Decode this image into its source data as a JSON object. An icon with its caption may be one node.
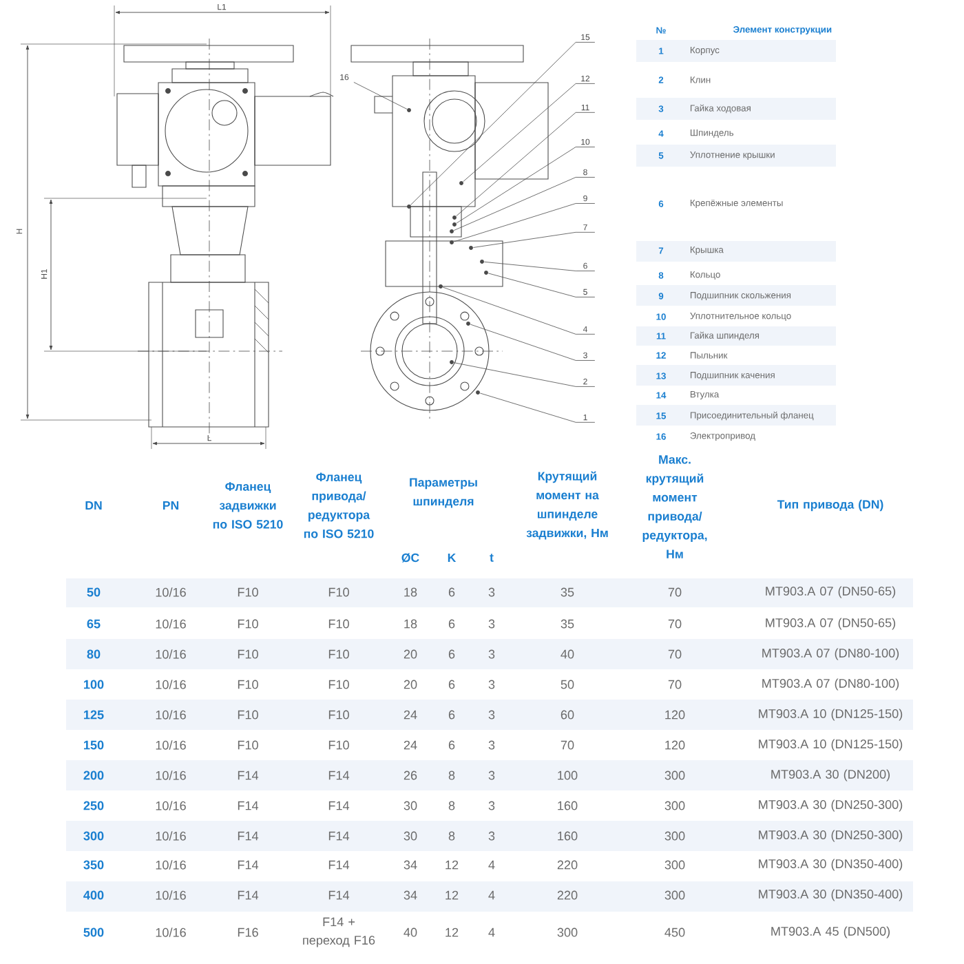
{
  "diagram": {
    "nodes": [
      {
        "text": [
          "15"
        ]
      },
      {
        "text": [
          "16"
        ]
      },
      {
        "text": [
          "12"
        ]
      },
      {
        "text": [
          "11"
        ]
      },
      {
        "text": [
          "10"
        ]
      },
      {
        "text": [
          "8"
        ]
      },
      {
        "text": [
          "9"
        ]
      },
      {
        "text": [
          "7"
        ]
      },
      {
        "text": [
          "6"
        ]
      },
      {
        "text": [
          "5"
        ]
      },
      {
        "text": [
          "4"
        ]
      },
      {
        "text": [
          "3"
        ]
      },
      {
        "text": [
          "2"
        ]
      },
      {
        "text": [
          "1"
        ]
      },
      {
        "text": [],
        "shape": "dot"
      },
      {
        "text": [],
        "shape": "dot"
      },
      {
        "text": [],
        "shape": "dot"
      },
      {
        "text": [],
        "shape": "dot"
      },
      {
        "text": [],
        "shape": "dot"
      },
      {
        "text": [],
        "shape": "dot"
      },
      {
        "text": [],
        "shape": "dot"
      },
      {
        "text": [],
        "shape": "dot"
      },
      {
        "text": [],
        "shape": "dot"
      },
      {
        "text": [],
        "shape": "dot"
      },
      {
        "text": [],
        "shape": "dot"
      },
      {
        "text": [],
        "shape": "dot"
      },
      {
        "text": [],
        "shape": "dot"
      },
      {
        "text": [],
        "shape": "dot"
      }
    ],
    "edges": [
      {
        "from": 0,
        "to": 14,
        "arrow": "none"
      },
      {
        "from": 1,
        "to": 15,
        "arrow": "none"
      },
      {
        "from": 2,
        "to": 16,
        "arrow": "none"
      },
      {
        "from": 3,
        "to": 17,
        "arrow": "none"
      },
      {
        "from": 4,
        "to": 18,
        "arrow": "none"
      },
      {
        "from": 5,
        "to": 19,
        "arrow": "none"
      },
      {
        "from": 6,
        "to": 20,
        "arrow": "none"
      },
      {
        "from": 7,
        "to": 21,
        "arrow": "none"
      },
      {
        "from": 8,
        "to": 22,
        "arrow": "none"
      },
      {
        "from": 9,
        "to": 23,
        "arrow": "none"
      },
      {
        "from": 10,
        "to": 24,
        "arrow": "none"
      },
      {
        "from": 11,
        "to": 25,
        "arrow": "none"
      },
      {
        "from": 12,
        "to": 26,
        "arrow": "none"
      },
      {
        "from": 13,
        "to": 27,
        "arrow": "none"
      }
    ],
    "labels": [
      "L1",
      "H",
      "H1",
      "L",
      "№",
      "Элемент конструкции",
      "1",
      "Корпус",
      "2",
      "Клин",
      "3",
      "Гайка ходовая",
      "4",
      "Шпиндель",
      "5",
      "Уплотнение крышки",
      "6",
      "Крепёжные элементы",
      "7",
      "Крышка",
      "8",
      "Кольцо",
      "9",
      "Подшипник скольжения",
      "10",
      "Уплотнительное кольцо",
      "11",
      "Гайка шпинделя",
      "12",
      "Пыльник",
      "13",
      "Подшипник качения",
      "14",
      "Втулка",
      "15",
      "Присоединительный фланец",
      "16",
      "Электропривод",
      "DN",
      "PN",
      "Фланец задвижки по ISO 5210",
      "Фланец привода/ редуктора по ISO 5210",
      "Параметры шпинделя",
      "Крутящий момент на шпинделе задвижки, Нм",
      "Макс. крутящий момент привода/ редуктора, Нм",
      "Тип привода (DN)",
      "ØС",
      "K",
      "t",
      "50",
      "10/16",
      "F10",
      "F10",
      "18",
      "6",
      "3",
      "35",
      "70",
      "MT903.A 07 (DN50-65)",
      "65",
      "10/16",
      "F10",
      "F10",
      "18",
      "6",
      "3",
      "35",
      "70",
      "MT903.A 07 (DN50-65)",
      "80",
      "10/16",
      "F10",
      "F10",
      "20",
      "6",
      "3",
      "40",
      "70",
      "MT903.A 07 (DN80-100)",
      "100",
      "10/16",
      "F10",
      "F10",
      "20",
      "6",
      "3",
      "50",
      "70",
      "MT903.A 07 (DN80-100)",
      "125",
      "10/16",
      "F10",
      "F10",
      "24",
      "6",
      "3",
      "60",
      "120",
      "MT903.A 10 (DN125-150)",
      "150",
      "10/16",
      "F10",
      "F10",
      "24",
      "6",
      "3",
      "70",
      "120",
      "MT903.A 10 (DN125-150)",
      "200",
      "10/16",
      "F14",
      "F14",
      "26",
      "8",
      "3",
      "100",
      "300",
      "MT903.A 30 (DN200)",
      "250",
      "10/16",
      "F14",
      "F14",
      "30",
      "8",
      "3",
      "160",
      "300",
      "MT903.A 30 (DN250-300)",
      "300",
      "10/16",
      "F14",
      "F14",
      "30",
      "8",
      "3",
      "160",
      "300",
      "MT903.A 30 (DN250-300)",
      "350",
      "10/16",
      "F14",
      "F14",
      "34",
      "12",
      "4",
      "220",
      "300",
      "MT903.A 30 (DN350-400)",
      "400",
      "10/16",
      "F14",
      "F14",
      "34",
      "12",
      "4",
      "220",
      "300",
      "MT903.A 30 (DN350-400)",
      "500",
      "10/16",
      "F16",
      "F14 + переход F16",
      "40",
      "12",
      "4",
      "300",
      "450",
      "MT903.A 45 (DN500)"
    ]
  }
}
